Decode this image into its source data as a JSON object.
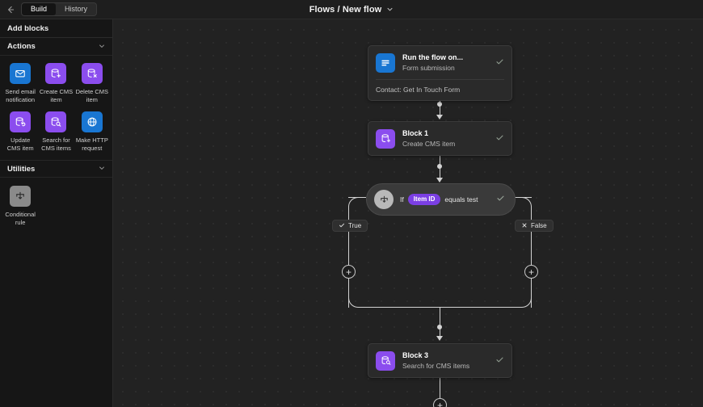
{
  "topbar": {
    "back_icon": "arrow-left-icon",
    "tabs": [
      {
        "label": "Build",
        "active": true
      },
      {
        "label": "History",
        "active": false
      }
    ],
    "title": "Flows / New flow",
    "caret_icon": "chevron-down-icon"
  },
  "sidebar": {
    "header": "Add blocks",
    "sections": [
      {
        "title": "Actions",
        "chevron": "chevron-down-icon",
        "items": [
          {
            "label": "Send email notification",
            "icon": "envelope-icon",
            "color": "#1976d2"
          },
          {
            "label": "Create CMS item",
            "icon": "database-plus-icon",
            "color": "#8b4dee"
          },
          {
            "label": "Delete CMS item",
            "icon": "database-x-icon",
            "color": "#8b4dee"
          },
          {
            "label": "Update CMS item",
            "icon": "database-refresh-icon",
            "color": "#8b4dee"
          },
          {
            "label": "Search for CMS items",
            "icon": "database-search-icon",
            "color": "#8b4dee"
          },
          {
            "label": "Make HTTP request",
            "icon": "globe-icon",
            "color": "#1976d2"
          }
        ]
      },
      {
        "title": "Utilities",
        "chevron": "chevron-down-icon",
        "items": [
          {
            "label": "Conditional rule",
            "icon": "branch-icon",
            "color": "#8a8a8a"
          }
        ]
      }
    ]
  },
  "canvas": {
    "nodes": [
      {
        "id": "trigger",
        "title": "Run the flow on...",
        "subtitle": "Form submission",
        "footer": "Contact: Get In Touch Form",
        "icon": "form-icon",
        "icon_color": "#1976d2",
        "check_icon": "check-icon"
      },
      {
        "id": "block1",
        "title": "Block 1",
        "subtitle": "Create CMS item",
        "icon": "database-plus-icon",
        "icon_color": "#8b4dee",
        "check_icon": "check-icon"
      },
      {
        "id": "block3",
        "title": "Block 3",
        "subtitle": "Search for CMS items",
        "icon": "database-search-icon",
        "icon_color": "#8b4dee",
        "check_icon": "check-icon"
      }
    ],
    "condition": {
      "prefix": "If",
      "pill": "Item ID",
      "expression": "equals test",
      "icon": "branch-icon",
      "check_icon": "check-icon"
    },
    "branches": [
      {
        "label": "True",
        "icon": "check-icon"
      },
      {
        "label": "False",
        "icon": "close-icon"
      }
    ],
    "add_buttons": [
      {
        "name": "add-block-true-branch",
        "label": "+"
      },
      {
        "name": "add-block-false-branch",
        "label": "+"
      },
      {
        "name": "add-block-end",
        "label": "+"
      }
    ]
  },
  "colors": {
    "accent_purple": "#8b4dee",
    "accent_blue": "#1976d2",
    "pill_purple": "#7b3fe4",
    "canvas_bg": "#222222",
    "panel_bg": "#161616"
  }
}
